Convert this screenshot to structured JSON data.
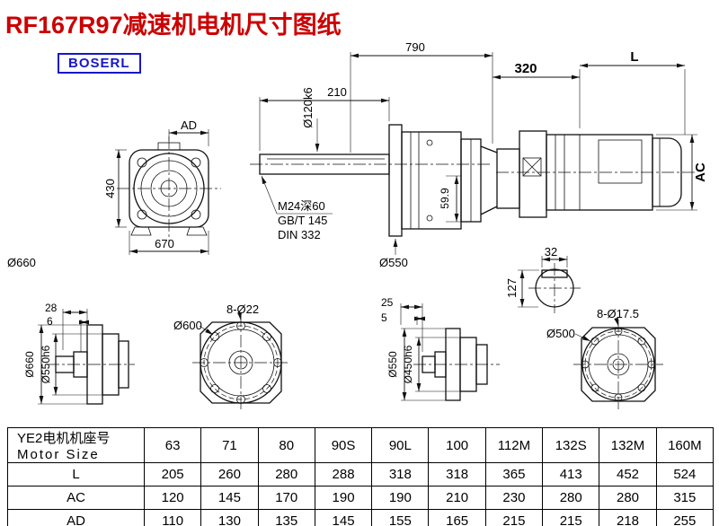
{
  "page": {
    "title": "RF167R97减速机电机尺寸图纸",
    "brand": "BOSERL"
  },
  "labels": {
    "dim_AD": "AD",
    "dim_430": "430",
    "dim_670": "670",
    "dim_d660_main": "Ø660",
    "dim_790": "790",
    "dim_210": "210",
    "dim_d120": "Ø120k6",
    "note_m24": "M24深60",
    "note_gbt": "GB/T 145",
    "note_din": "DIN 332",
    "dim_599": "59.9",
    "dim_d550_main": "Ø550",
    "dim_320": "320",
    "dim_L": "L",
    "dim_AC": "AC",
    "dim_32": "32",
    "dim_127": "127",
    "dim_28": "28",
    "dim_6": "6",
    "dim_d660_flange": "Ø660",
    "dim_d550h6": "Ø550h6",
    "dim_d600": "Ø600",
    "dim_8d22": "8-Ø22",
    "dim_25": "25",
    "dim_5": "5",
    "dim_d550_flange": "Ø550",
    "dim_d450h6": "Ø450h6",
    "dim_d500": "Ø500",
    "dim_8d175": "8-Ø17.5"
  },
  "table": {
    "header": {
      "line1": "YE2电机机座号",
      "line2": "Motor Size"
    },
    "columns": [
      "63",
      "71",
      "80",
      "90S",
      "90L",
      "100",
      "112M",
      "132S",
      "132M",
      "160M"
    ],
    "rows": [
      {
        "label": "L",
        "values": [
          "205",
          "260",
          "280",
          "288",
          "318",
          "318",
          "365",
          "413",
          "452",
          "524"
        ]
      },
      {
        "label": "AC",
        "values": [
          "120",
          "145",
          "170",
          "190",
          "190",
          "210",
          "230",
          "280",
          "280",
          "315"
        ]
      },
      {
        "label": "AD",
        "values": [
          "110",
          "130",
          "135",
          "145",
          "155",
          "165",
          "215",
          "215",
          "218",
          "255"
        ]
      }
    ]
  }
}
